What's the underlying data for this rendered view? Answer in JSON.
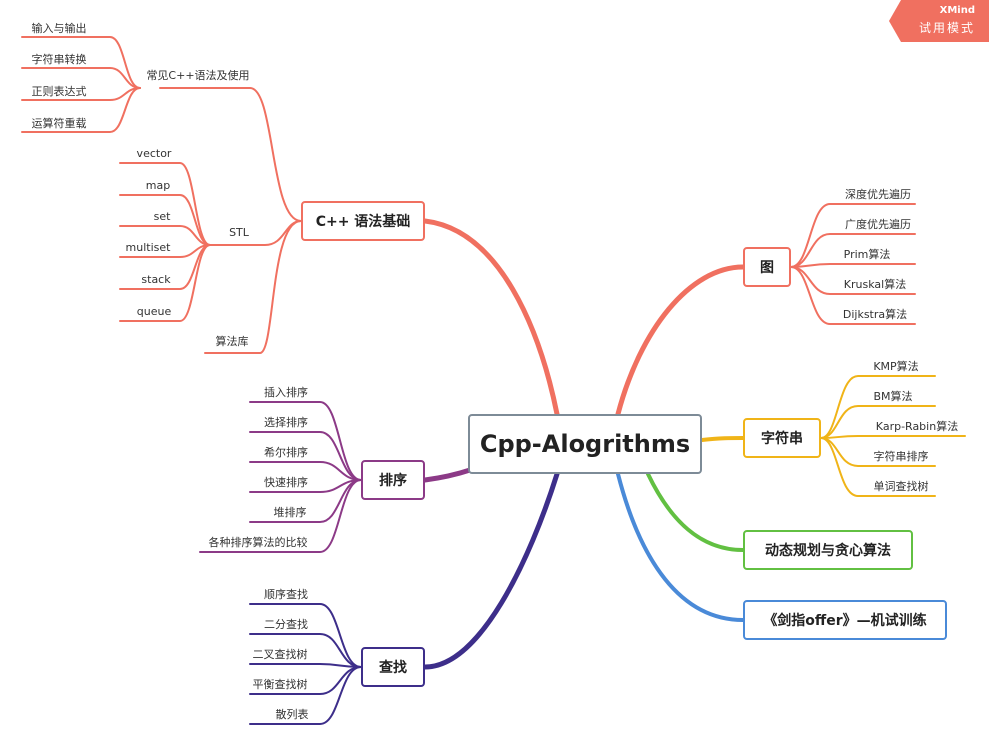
{
  "badge": {
    "brand": "XMind",
    "mode": "试用模式"
  },
  "root": {
    "label": "Cpp-Alogrithms"
  },
  "branches": {
    "syntax": {
      "label": "C++ 语法基础",
      "color": "#f07060",
      "sub1": {
        "label": "常见C++语法及使用",
        "items": [
          "输入与输出",
          "字符串转换",
          "正则表达式",
          "运算符重载"
        ]
      },
      "sub2": {
        "label": "STL",
        "items": [
          "vector",
          "map",
          "set",
          "multiset",
          "stack",
          "queue"
        ]
      },
      "sub3": {
        "label": "算法库"
      }
    },
    "sort": {
      "label": "排序",
      "color": "#8c3a87",
      "items": [
        "插入排序",
        "选择排序",
        "希尔排序",
        "快速排序",
        "堆排序",
        "各种排序算法的比较"
      ]
    },
    "search": {
      "label": "查找",
      "color": "#3d2e8a",
      "items": [
        "顺序查找",
        "二分查找",
        "二叉查找树",
        "平衡查找树",
        "散列表"
      ]
    },
    "graph": {
      "label": "图",
      "color": "#f07060",
      "items": [
        "深度优先遍历",
        "广度优先遍历",
        "Prim算法",
        "Kruskal算法",
        "Dijkstra算法"
      ]
    },
    "string": {
      "label": "字符串",
      "color": "#f0b418",
      "items": [
        "KMP算法",
        "BM算法",
        "Karp-Rabin算法",
        "字符串排序",
        "单词查找树"
      ]
    },
    "dp": {
      "label": "动态规划与贪心算法",
      "color": "#62c042"
    },
    "offer": {
      "label": "《剑指offer》—机试训练",
      "color": "#4a8ad8"
    }
  }
}
